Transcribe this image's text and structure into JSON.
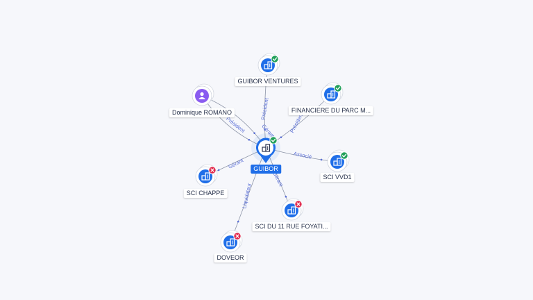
{
  "colors": {
    "edge": "#8e96a8",
    "edge_label": "#5a6fd6",
    "company": "#1f6ee8",
    "person": "#8a5cf0",
    "status_ok": "#22a05a",
    "status_closed": "#e0274b"
  },
  "center": {
    "label": "GUIBOR",
    "icon": "building-icon",
    "status": "active"
  },
  "nodes": [
    {
      "id": "guibor_ventures",
      "label": "GUIBOR VENTURES",
      "type": "company",
      "icon": "building-icon",
      "status": "active"
    },
    {
      "id": "financiere",
      "label": "FINANCIERE DU PARC M...",
      "type": "company",
      "icon": "building-icon",
      "status": "active"
    },
    {
      "id": "romano",
      "label": "Dominique ROMANO",
      "type": "person",
      "icon": "person-icon",
      "status": "none"
    },
    {
      "id": "vvd1",
      "label": "SCI VVD1",
      "type": "company",
      "icon": "building-icon",
      "status": "active"
    },
    {
      "id": "chappe",
      "label": "SCI CHAPPE",
      "type": "company",
      "icon": "building-icon",
      "status": "closed"
    },
    {
      "id": "foyatier",
      "label": "SCI DU 11 RUE FOYATI...",
      "type": "company",
      "icon": "building-icon",
      "status": "closed"
    },
    {
      "id": "doveor",
      "label": "DOVEOR",
      "type": "company",
      "icon": "building-icon",
      "status": "closed"
    }
  ],
  "edges": [
    {
      "from": "guibor_ventures",
      "to": "center",
      "label": "Président"
    },
    {
      "from": "financiere",
      "to": "center",
      "label": "Président"
    },
    {
      "from": "romano",
      "to": "center",
      "label": "Président"
    },
    {
      "from": "romano",
      "to": "center",
      "label": "Gérant"
    },
    {
      "from": "center",
      "to": "vvd1",
      "label": "Associé"
    },
    {
      "from": "center",
      "to": "chappe",
      "label": "Gérant"
    },
    {
      "from": "center",
      "to": "foyatier",
      "label": "Gérant"
    },
    {
      "from": "center",
      "to": "doveor",
      "label": "Liquidateur"
    }
  ]
}
